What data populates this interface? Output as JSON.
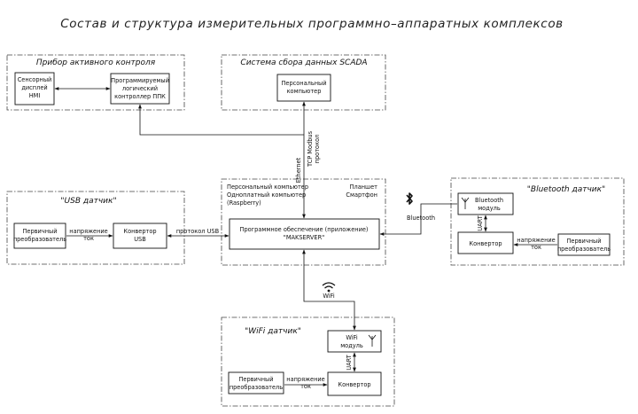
{
  "title": "Состав и структура измерительных программно–аппаратных комплексов",
  "groups": {
    "plc": "Прибор активного контроля",
    "scada": "Система сбора данных SCADA",
    "usb": "\"USB датчик\"",
    "bt": "\"Bluetooth датчик\"",
    "wifi": "\"WiFi датчик\""
  },
  "boxes": {
    "hmi": [
      "Сенсорный",
      "дисплей",
      "HMI"
    ],
    "plc": [
      "Программируемый",
      "логический",
      "контроллер ППК"
    ],
    "pc": [
      "Персональный",
      "компьютер"
    ],
    "usb_primary": [
      "Первичный",
      "преобразователь"
    ],
    "usb_conv": [
      "Конвертор",
      "USB"
    ],
    "server": [
      "Программное обеспечение (приложение)",
      "\"MAKSERVER\""
    ],
    "bt_module": [
      "Bluetooth",
      "модуль"
    ],
    "bt_conv": [
      "Конвертор"
    ],
    "bt_primary": [
      "Первичный",
      "преобразователь"
    ],
    "wifi_module": [
      "WiFi",
      "модуль"
    ],
    "wifi_conv": [
      "Конвертор"
    ],
    "wifi_primary": [
      "Первичный",
      "преобразователь"
    ]
  },
  "center_text": {
    "left": [
      "Персональный компьютер",
      "Одноплатный компьютер",
      "(Raspberry)"
    ],
    "right": [
      "Планшет",
      "Смартфон"
    ]
  },
  "links": {
    "ethernet": "Ethernet",
    "tcp": [
      "TCP Modbus",
      "протокол"
    ],
    "usb_protocol": "протокол USB",
    "usb_signal": [
      "напряжение",
      "ток"
    ],
    "bluetooth": "Bluetooth",
    "bt_uart": "UART",
    "bt_signal": [
      "напряжение",
      "ток"
    ],
    "wifi": "WiFi",
    "wifi_uart": "UART",
    "wifi_signal": [
      "напряжение",
      "ток"
    ]
  },
  "icons": [
    "bluetooth-icon",
    "wifi-icon",
    "antenna-icon"
  ]
}
